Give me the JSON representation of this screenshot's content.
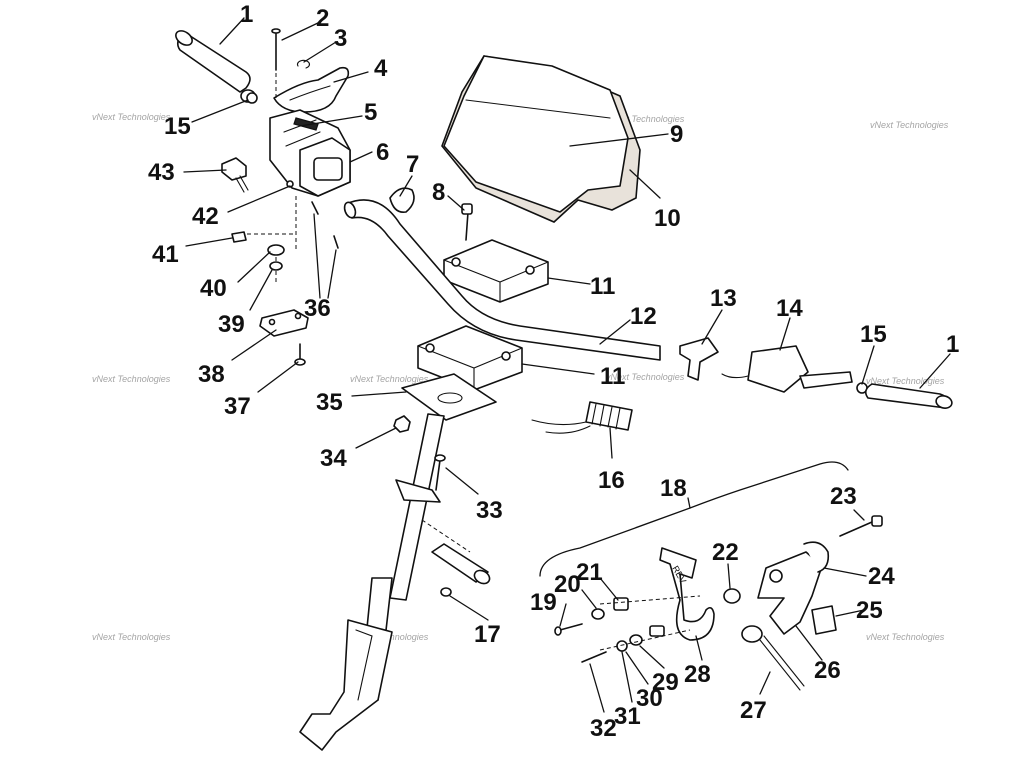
{
  "callouts": {
    "c1a": "1",
    "c2": "2",
    "c3": "3",
    "c4": "4",
    "c15a": "15",
    "c5": "5",
    "c6": "6",
    "c43": "43",
    "c7": "7",
    "c8": "8",
    "c9": "9",
    "c10": "10",
    "c42": "42",
    "c41": "41",
    "c11a": "11",
    "c40": "40",
    "c36": "36",
    "c39": "39",
    "c12": "12",
    "c13": "13",
    "c14": "14",
    "c15b": "15",
    "c1b": "1",
    "c38": "38",
    "c11b": "11",
    "c37": "37",
    "c35": "35",
    "c34": "34",
    "c16": "16",
    "c18": "18",
    "c23": "23",
    "c33": "33",
    "c22": "22",
    "c21": "21",
    "c20": "20",
    "c24": "24",
    "c19": "19",
    "c25": "25",
    "c17": "17",
    "c28": "28",
    "c26": "26",
    "c29": "29",
    "c30": "30",
    "c31": "31",
    "c27": "27",
    "c32": "32"
  },
  "part_marking": "REV",
  "watermark": "vNext Technologies"
}
